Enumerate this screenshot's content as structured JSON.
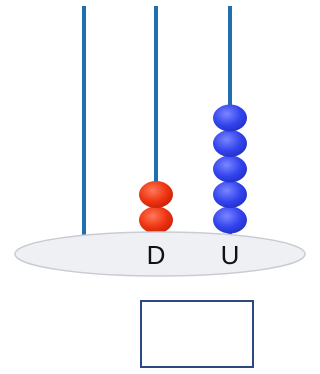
{
  "abacus": {
    "rods": [
      {
        "label": "",
        "beads": 0,
        "bead_color": ""
      },
      {
        "label": "D",
        "beads": 2,
        "bead_color": "#ee3311"
      },
      {
        "label": "U",
        "beads": 5,
        "bead_color": "#3344ee"
      }
    ],
    "rod_color": "#1f6fb0",
    "base_color": "#eef0f4"
  },
  "answer_box": {
    "value": ""
  }
}
